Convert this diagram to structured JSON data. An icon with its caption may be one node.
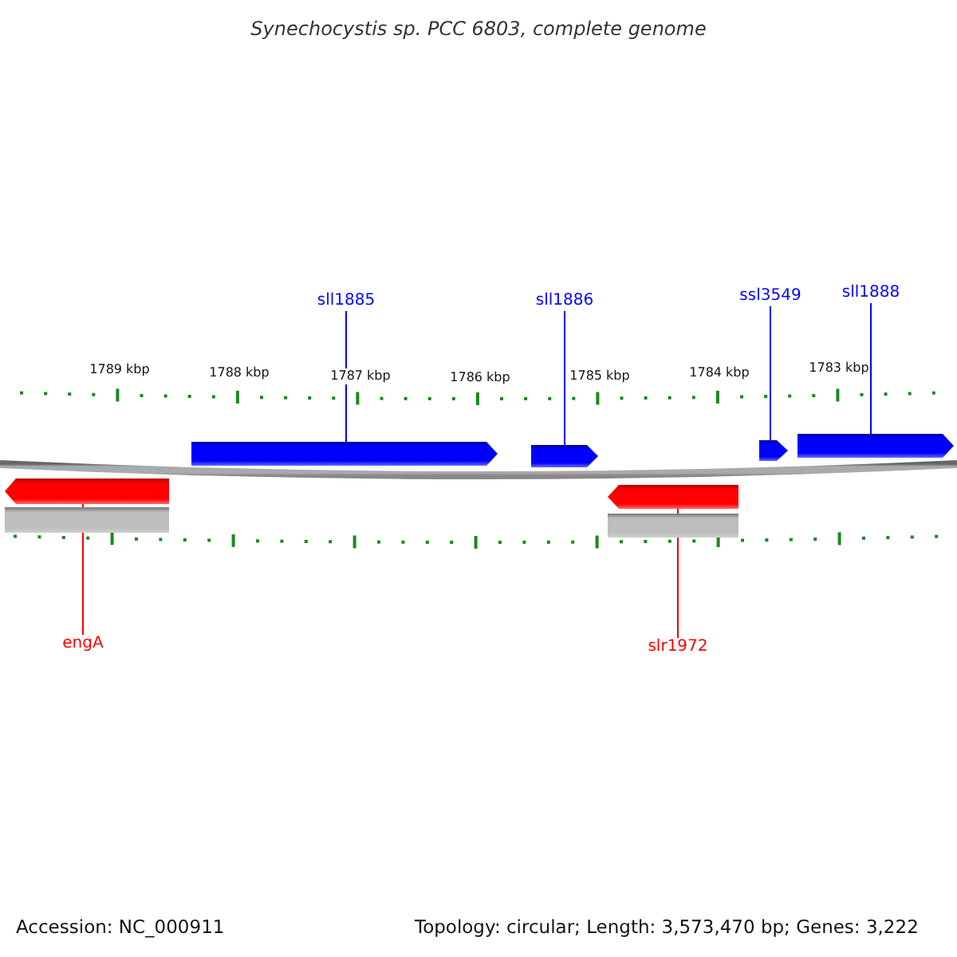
{
  "diagram": {
    "title": "Synechocystis sp. PCC 6803, complete genome",
    "nodes": [
      {
        "text": [
          "sll1885"
        ]
      },
      {
        "text": [
          "sll1886"
        ]
      },
      {
        "text": [
          "ssl3549"
        ]
      },
      {
        "text": [
          "sll1888"
        ]
      },
      {
        "text": [],
        "shape": "box"
      },
      {
        "text": [],
        "shape": "box"
      },
      {
        "text": [],
        "shape": "box"
      },
      {
        "text": [],
        "shape": "box"
      },
      {
        "text": [],
        "shape": "box"
      },
      {
        "text": [],
        "shape": "box"
      },
      {
        "text": [],
        "shape": "bar"
      },
      {
        "text": [],
        "shape": "bar"
      },
      {
        "text": [
          "engA"
        ]
      },
      {
        "text": [
          "slr1972"
        ]
      }
    ],
    "edges": [
      {
        "from": 0,
        "to": 4,
        "arrow": "none"
      },
      {
        "from": 1,
        "to": 5,
        "arrow": "none"
      },
      {
        "from": 2,
        "to": 6,
        "arrow": "none"
      },
      {
        "from": 3,
        "to": 7,
        "arrow": "none"
      },
      {
        "from": 12,
        "to": 8,
        "arrow": "none",
        "color": "#ff0000"
      },
      {
        "from": 13,
        "to": 9,
        "arrow": "none",
        "color": "#ff0000"
      }
    ],
    "labels": [
      "1789 kbp",
      "1788 kbp",
      "1787 kbp",
      "1786 kbp",
      "1785 kbp",
      "1784 kbp",
      "1783 kbp",
      "Accession: NC_000911",
      "Topology: circular; Length: 3,573,470 bp; Genes: 3,222"
    ]
  }
}
